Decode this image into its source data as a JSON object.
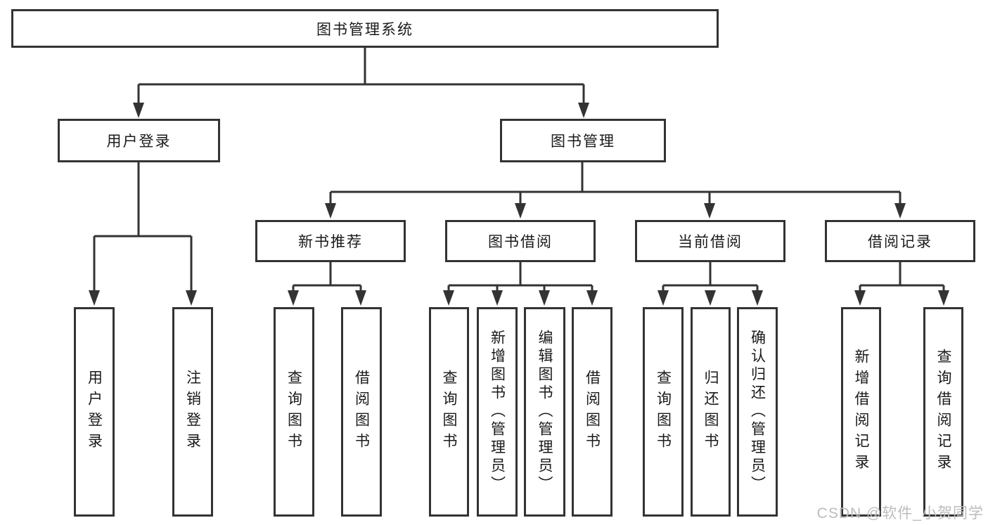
{
  "diagram": {
    "root": "图书管理系统",
    "level2": [
      "用户登录",
      "图书管理"
    ],
    "level3": [
      "新书推荐",
      "图书借阅",
      "当前借阅",
      "借阅记录"
    ],
    "leaves": [
      "用户登录",
      "注销登录",
      "查询图书",
      "借阅图书",
      "查询图书",
      "新增图书（管理员）",
      "编辑图书（管理员）",
      "借阅图书",
      "查询图书",
      "归还图书",
      "确认归还（管理员）",
      "新增借阅记录",
      "查询借阅记录"
    ],
    "watermark": "CSDN @软件_小贺同学"
  },
  "colors": {
    "line": "#333333",
    "text": "#1a1a1a",
    "bg": "#ffffff",
    "watermark": "#bcbcbc"
  }
}
